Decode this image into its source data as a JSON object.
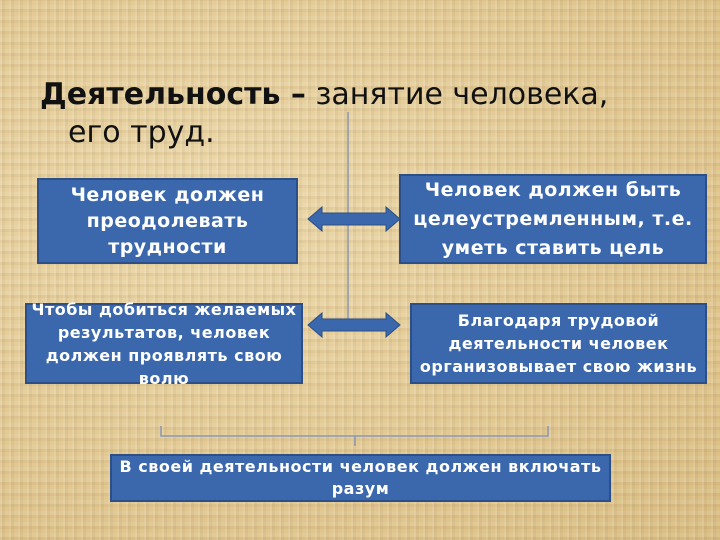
{
  "title": {
    "term": "Деятельность –",
    "definition_part1": " занятие человека,",
    "definition_part2": "его труд."
  },
  "boxes": {
    "left_top": "Человек должен преодолевать трудности",
    "right_top": "Человек должен быть целеустремленным, т.е. уметь ставить цель",
    "left_bottom": "Чтобы добиться желаемых результатов, человек должен проявлять свою волю",
    "right_bottom": "Благодаря трудовой деятельности человек организовывает свою жизнь",
    "conclusion": "В своей деятельности человек должен включать разум"
  },
  "colors": {
    "box_fill": "#3b68ac",
    "box_border": "#2b4f86",
    "arrow_fill": "#3b68ac",
    "connector_line": "#8a97b3"
  }
}
